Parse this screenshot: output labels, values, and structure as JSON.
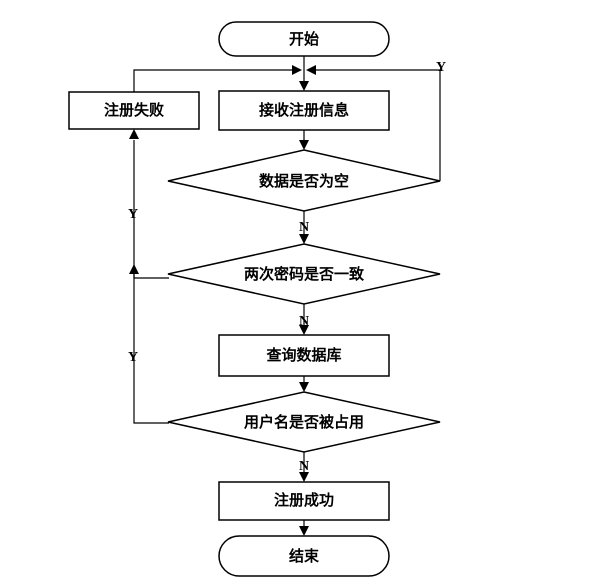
{
  "nodes": {
    "start": "开始",
    "receive": "接收注册信息",
    "fail": "注册失败",
    "check_empty": "数据是否为空",
    "check_password": "两次密码是否一致",
    "query_db": "查询数据库",
    "check_username": "用户名是否被占用",
    "success": "注册成功",
    "end": "结束"
  },
  "edge_labels": {
    "empty_yes": "Y",
    "empty_no": "N",
    "password_yes": "Y",
    "password_no": "N",
    "username_yes": "Y",
    "username_no": "N"
  }
}
